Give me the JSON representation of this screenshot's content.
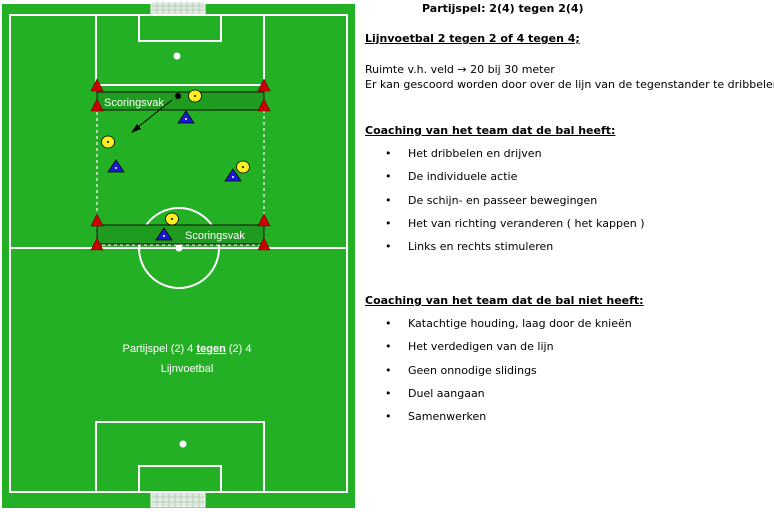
{
  "pitch": {
    "colors": {
      "grass": "#24b024",
      "lines": "#ffffff",
      "cone": "#cc0000",
      "yellow": "#ffee22",
      "blue": "#1a1ad6"
    },
    "scoring_zone_label_top": "Scoringsvak",
    "scoring_zone_label_bottom": "Scoringsvak",
    "center_text_prefix": "Partijspel (2) 4 ",
    "center_text_emph": "tegen",
    "center_text_suffix": " (2) 4",
    "center_subtext": "Lijnvoetbal"
  },
  "notes": {
    "title": "Partijspel: 2(4) tegen 2(4)",
    "subtitle": "Lijnvoetbal 2 tegen 2 of 4 tegen 4;",
    "space_line": "Ruimte v.h. veld → 20 bij 30 meter",
    "score_line": "Er kan gescoord worden door over de lijn van de tegenstander te dribbelen",
    "coaching_with_ball_heading": "Coaching  van het team dat de bal heeft:",
    "coaching_with_ball": [
      "Het dribbelen en drijven",
      "De individuele actie",
      "De schijn- en passeer bewegingen",
      "Het van richting veranderen ( het kappen )",
      "Links en rechts stimuleren"
    ],
    "coaching_without_ball_heading": "Coaching  van het team dat de bal niet heeft:",
    "coaching_without_ball": [
      "Katachtige houding, laag door de knieën",
      "Het verdedigen van de lijn",
      "Geen onnodige slidings",
      "Duel aangaan",
      "Samenwerken"
    ]
  }
}
